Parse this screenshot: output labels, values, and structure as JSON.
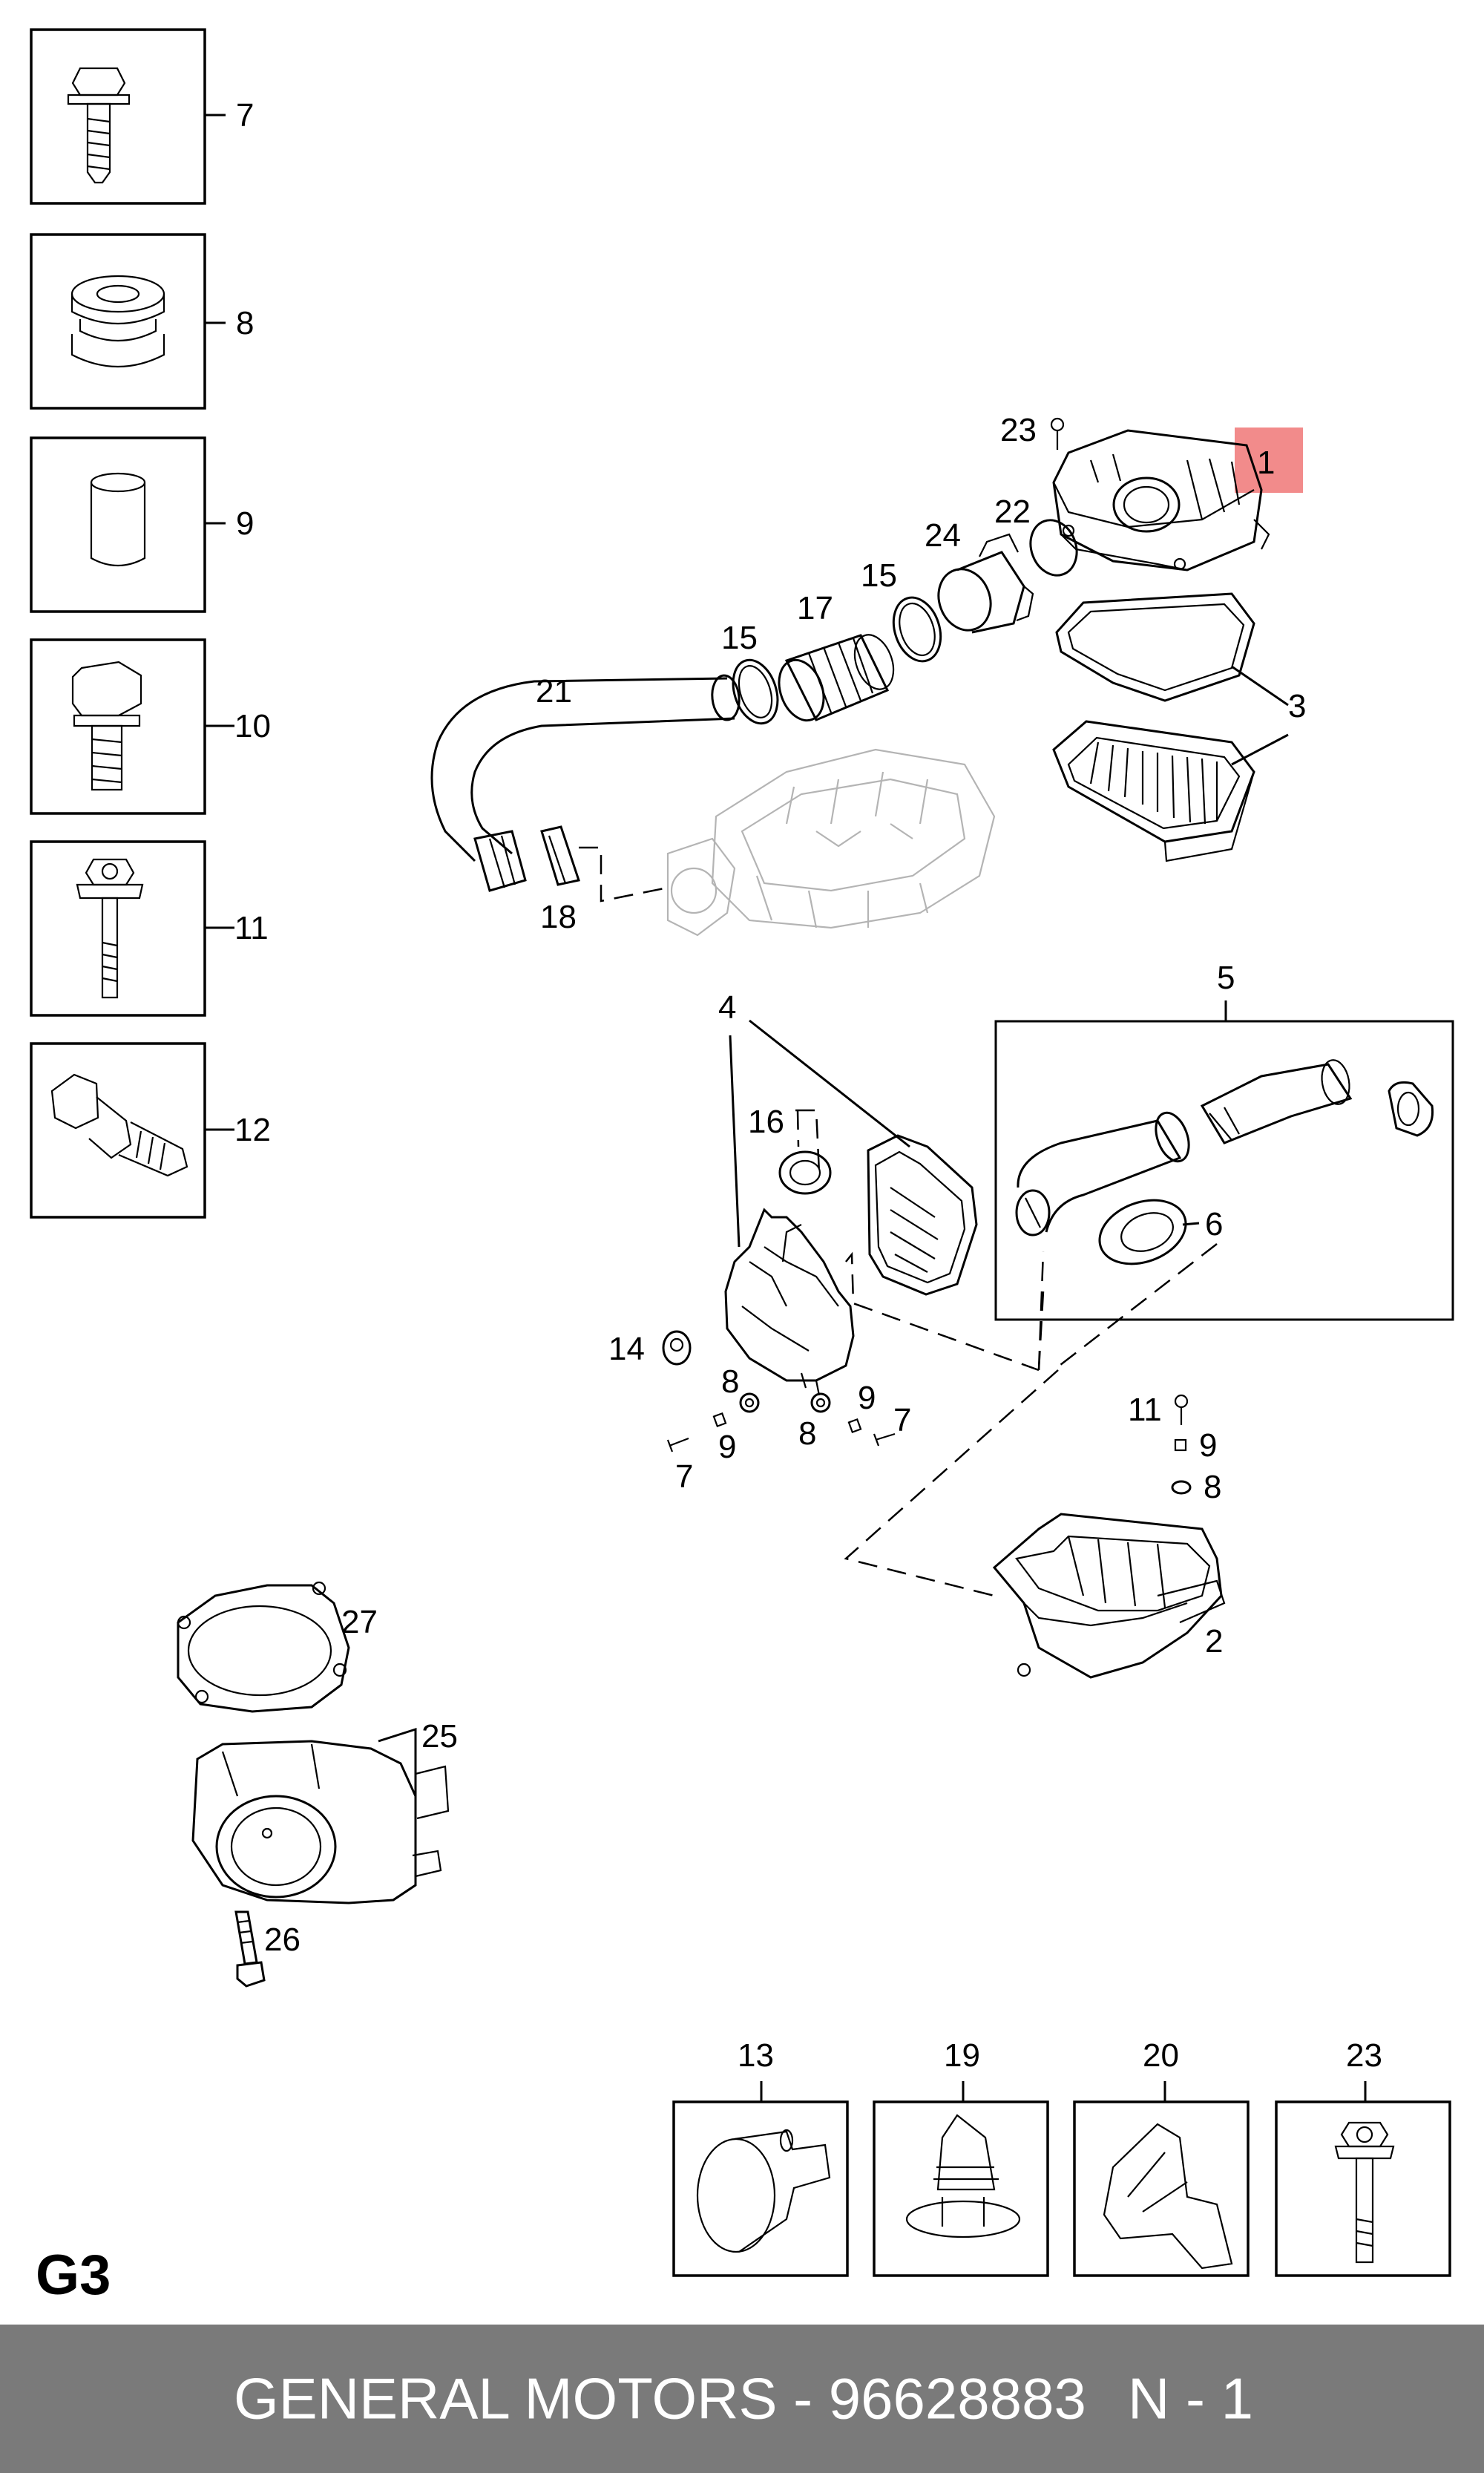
{
  "diagram": {
    "page_code": "G3",
    "highlight_color": "#f28b8b",
    "callouts": {
      "c1": "1",
      "c2": "2",
      "c3": "3",
      "c4": "4",
      "c5": "5",
      "c6": "6",
      "c7a": "7",
      "c7b": "7",
      "c8a": "8",
      "c8b": "8",
      "c8c": "8",
      "c9a": "9",
      "c9b": "9",
      "c9c": "9",
      "c11": "11",
      "c14": "14",
      "c15a": "15",
      "c15b": "15",
      "c16": "16",
      "c17": "17",
      "c18": "18",
      "c21": "21",
      "c22": "22",
      "c23": "23",
      "c24": "24",
      "c25": "25",
      "c26": "26",
      "c27": "27"
    },
    "side_legend": [
      "7",
      "8",
      "9",
      "10",
      "11",
      "12"
    ],
    "bottom_legend": [
      "13",
      "19",
      "20",
      "23"
    ]
  },
  "footer": {
    "brand_line": "GENERAL MOTORS - 96628883",
    "quantity": "N - 1"
  }
}
